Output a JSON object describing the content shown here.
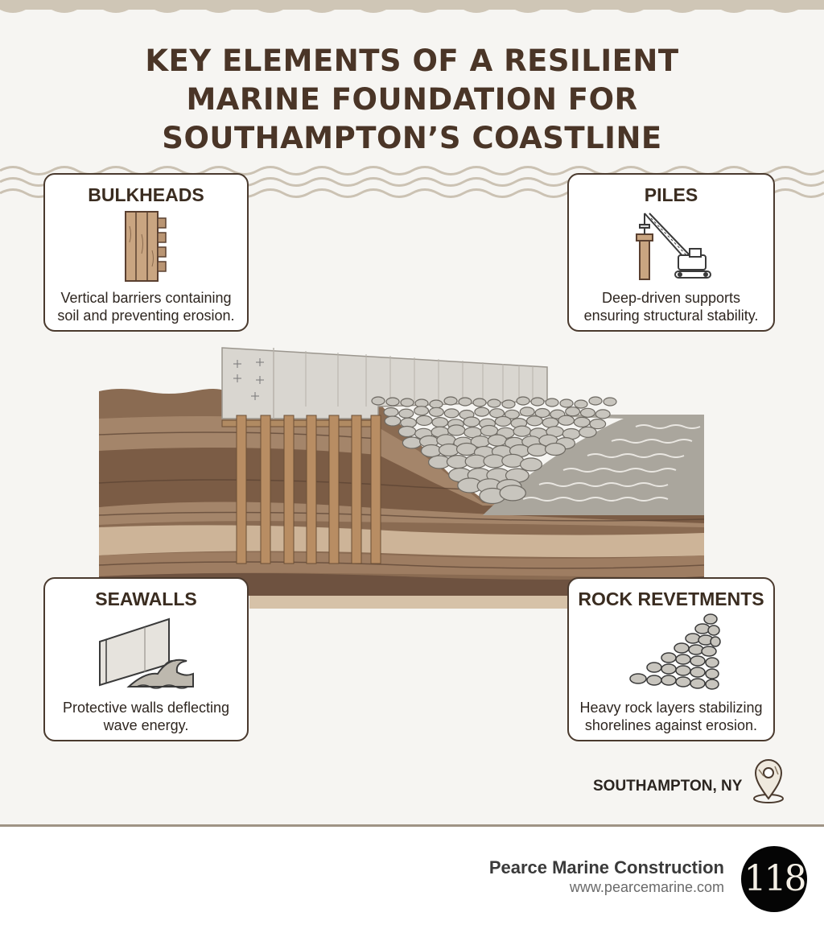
{
  "title": {
    "line1": "KEY ELEMENTS OF A RESILIENT",
    "line2": "MARINE FOUNDATION FOR",
    "line3": "SOUTHAMPTON’S COASTLINE"
  },
  "cards": {
    "bulkheads": {
      "title": "BULKHEADS",
      "desc_line1": "Vertical barriers containing",
      "desc_line2": "soil and preventing erosion."
    },
    "piles": {
      "title": "PILES",
      "desc_line1": "Deep-driven supports",
      "desc_line2": "ensuring structural stability."
    },
    "seawalls": {
      "title": "SEAWALLS",
      "desc_line1": "Protective walls deflecting",
      "desc_line2": "wave energy."
    },
    "revetments": {
      "title": "ROCK REVETMENTS",
      "desc_line1": "Heavy rock layers stabilizing",
      "desc_line2": "shorelines against erosion."
    }
  },
  "location": {
    "label": "SOUTHAMPTON, NY",
    "icon": "map-pin-icon"
  },
  "footer": {
    "company_name": "Pearce Marine Construction",
    "company_url": "www.pearcemarine.com",
    "badge": "118"
  },
  "colors": {
    "background": "#f6f5f2",
    "heading": "#4a3527",
    "border": "#4a3a2e",
    "soil_dark": "#7a5d46",
    "soil_light": "#c9ad8c",
    "water": "#a8a49c",
    "concrete": "#d9d6d0"
  }
}
